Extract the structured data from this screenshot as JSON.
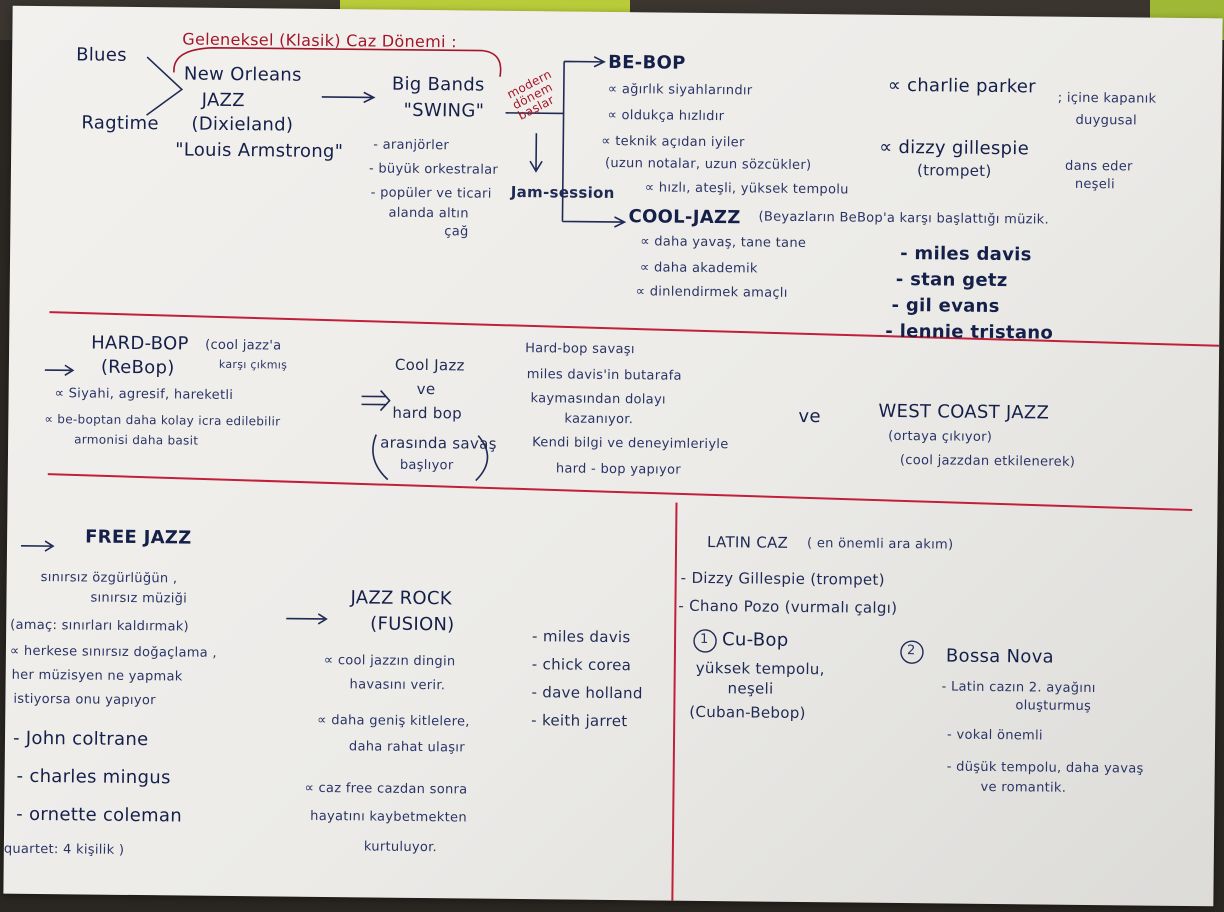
{
  "header": {
    "title": "Geleneksel (Klasik) Caz Dönemi :",
    "blues": "Blues",
    "ragtime": "Ragtime",
    "new_orleans": [
      "New Orleans",
      "JAZZ",
      "(Dixieland)",
      "\"Louis Armstrong\""
    ],
    "big_bands": [
      "Big Bands",
      "\"SWING\""
    ],
    "big_bands_notes": [
      "- aranjörler",
      "- büyük orkestralar",
      "- popüler ve ticari",
      "alanda altın",
      "çağ"
    ],
    "modern": "modern dönem başlar",
    "jam_session": "Jam-session"
  },
  "bebop": {
    "title": "BE-BOP",
    "notes": [
      "∝ ağırlık siyahlarındır",
      "∝ oldukça hızlıdır",
      "∝ teknik açıdan iyiler",
      "(uzun notalar, uzun sözcükler)",
      "∝ hızlı, ateşli, yüksek tempolu"
    ],
    "players": [
      "∝ charlie parker",
      "∝ dizzy gillespie",
      "(trompet)"
    ],
    "player_notes": [
      "; içine kapanık",
      "duygusal",
      "dans eder",
      "neşeli"
    ]
  },
  "cool_jazz": {
    "title": "COOL-JAZZ",
    "subtitle": "(Beyazların BeBop'a karşı başlattığı müzik.",
    "notes": [
      "∝ daha yavaş, tane tane",
      "∝ daha akademik",
      "∝ dinlendirmek amaçlı"
    ],
    "players": [
      "- miles davis",
      "- stan getz",
      "- gil evans",
      "- lennie tristano"
    ]
  },
  "hard_bop": {
    "title": "HARD-BOP",
    "alt": "(ReBop)",
    "aside": [
      "(cool jazz'a",
      "karşı çıkmış"
    ],
    "notes": [
      "∝ Siyahi, agresif, hareketli",
      "∝ be-boptan daha kolay icra edilebilir",
      "armonisi daha basit"
    ],
    "middle": [
      "Cool Jazz",
      "ve",
      "hard bop",
      "arasında savaş",
      "başlıyor"
    ],
    "war": [
      "Hard-bop savaşı",
      "miles davis'in butarafa",
      "kaymasından dolayı",
      "kazanıyor.",
      "Kendi bilgi ve deneyimleriyle",
      "hard - bop yapıyor"
    ],
    "ve": "ve",
    "west_coast": [
      "WEST COAST JAZZ",
      "(ortaya çıkıyor)",
      "(cool jazzdan etkilenerek)"
    ]
  },
  "free_jazz": {
    "title": "FREE JAZZ",
    "desc": [
      "sınırsız özgürlüğün ,",
      "sınırsız müziği"
    ],
    "goal": "(amaç: sınırları kaldırmak)",
    "notes": [
      "∝ herkese sınırsız doğaçlama ,",
      "her müzisyen ne yapmak",
      "istiyorsa onu yapıyor"
    ],
    "players": [
      "- John coltrane",
      "- charles mingus",
      "- ornette coleman"
    ],
    "quartet": "quartet: 4 kişilik )"
  },
  "jazz_rock": {
    "title": [
      "JAZZ ROCK",
      "(FUSION)"
    ],
    "notes": [
      "∝ cool jazzın dingin",
      "havasını verir.",
      "∝ daha geniş kitlelere,",
      "daha rahat ulaşır",
      "∝ caz free cazdan sonra",
      "hayatını kaybetmekten",
      "kurtuluyor."
    ],
    "players": [
      "- miles davis",
      "- chick corea",
      "- dave holland",
      "- keith jarret"
    ]
  },
  "latin": {
    "title": "LATIN CAZ",
    "title_note": "( en önemli ara akım)",
    "players": [
      "- Dizzy Gillespie (trompet)",
      "- Chano Pozo (vurmalı çalgı)"
    ],
    "cubop_num": "1",
    "cubop": "Cu-Bop",
    "cubop_notes": [
      "yüksek tempolu,",
      "neşeli",
      "(Cuban-Bebop)"
    ],
    "bossa_num": "2",
    "bossa": "Bossa Nova",
    "bossa_notes": [
      "- Latin cazın 2. ayağını",
      "oluşturmuş",
      "- vokal önemli",
      "- düşük tempolu, daha yavaş",
      "ve romantik."
    ]
  }
}
